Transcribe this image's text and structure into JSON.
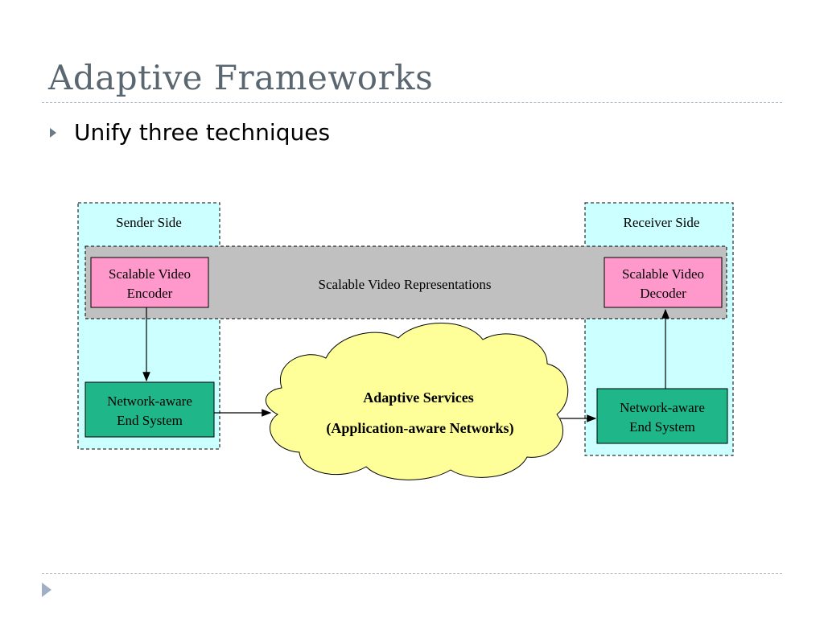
{
  "slide": {
    "title": "Adaptive Frameworks",
    "bullet": "Unify three techniques"
  },
  "diagram": {
    "sender_side_label": "Sender Side",
    "receiver_side_label": "Receiver Side",
    "representation_band_label": "Scalable Video Representations",
    "encoder_line1": "Scalable Video",
    "encoder_line2": "Encoder",
    "decoder_line1": "Scalable Video",
    "decoder_line2": "Decoder",
    "sender_end_line1": "Network-aware",
    "sender_end_line2": "End System",
    "receiver_end_line1": "Network-aware",
    "receiver_end_line2": "End System",
    "cloud_line1": "Adaptive Services",
    "cloud_line2": "(Application-aware Networks)",
    "colors": {
      "side_panel": "#ccffff",
      "band": "#c0c0c0",
      "codec_box": "#ff99cc",
      "end_system_box": "#1fb78a",
      "cloud": "#ffff99",
      "title": "#5a6770",
      "rule": "#a9b6c4"
    }
  }
}
